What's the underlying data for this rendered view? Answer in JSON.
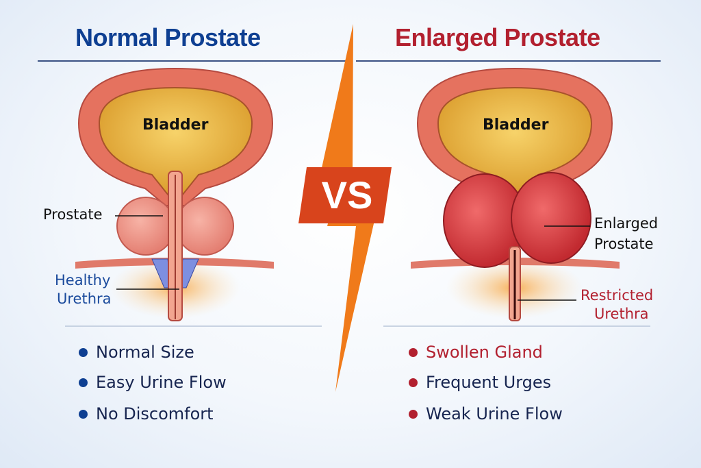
{
  "left": {
    "title": "Normal Prostate",
    "organ_label": "Bladder",
    "prostate_label": "Prostate",
    "urethra_label_line1": "Healthy",
    "urethra_label_line2": "Urethra",
    "bullets": [
      "Normal Size",
      "Easy Urine Flow",
      "No Discomfort"
    ],
    "accent": "#0e3f92"
  },
  "center": {
    "vs_label": "VS",
    "bolt_color": "#f07a1a"
  },
  "right": {
    "title": "Enlarged Prostate",
    "organ_label": "Bladder",
    "prostate_label_line1": "Enlarged",
    "prostate_label_line2": "Prostate",
    "urethra_label_line1": "Restricted",
    "urethra_label_line2": "Urethra",
    "bullets": [
      "Swollen Gland",
      "Frequent Urges",
      "Weak Urine Flow"
    ],
    "accent": "#b2202f"
  }
}
